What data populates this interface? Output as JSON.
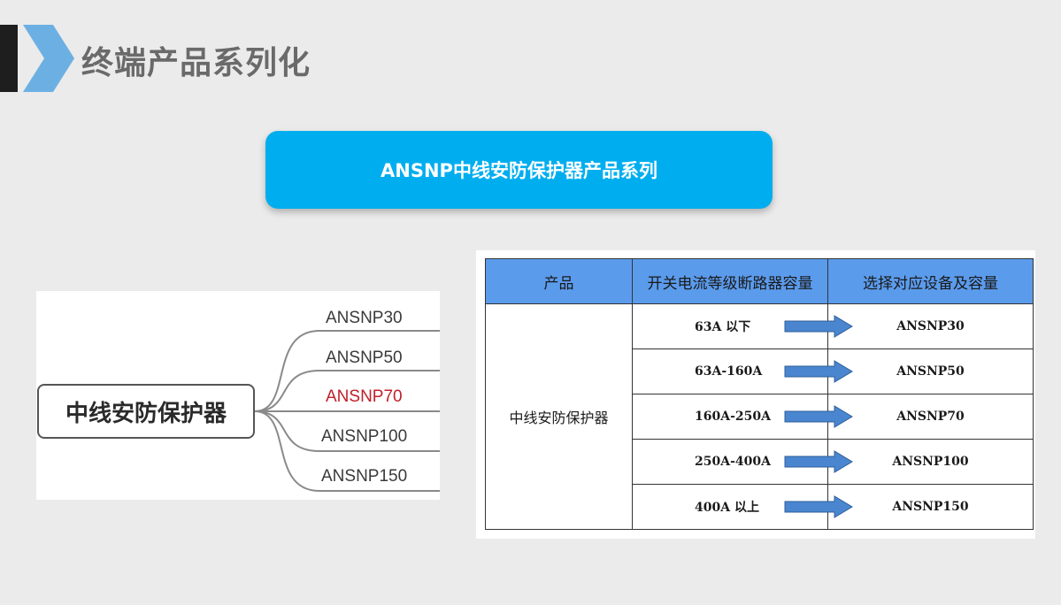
{
  "header": {
    "title": "终端产品系列化"
  },
  "banner": {
    "label": "ANSNP中线安防保护器产品系列"
  },
  "mindmap": {
    "root": "中线安防保护器",
    "branches": [
      {
        "label": "ANSNP30",
        "highlight": false
      },
      {
        "label": "ANSNP50",
        "highlight": false
      },
      {
        "label": "ANSNP70",
        "highlight": true
      },
      {
        "label": "ANSNP100",
        "highlight": false
      },
      {
        "label": "ANSNP150",
        "highlight": false
      }
    ],
    "highlight_color": "#c0202a"
  },
  "table": {
    "headers": [
      "产品",
      "开关电流等级断路器容量",
      "选择对应设备及容量"
    ],
    "product": "中线安防保护器",
    "rows": [
      {
        "rating": "63A 以下",
        "model": "ANSNP30"
      },
      {
        "rating": "63A-160A",
        "model": "ANSNP50"
      },
      {
        "rating": "160A-250A",
        "model": "ANSNP70"
      },
      {
        "rating": "250A-400A",
        "model": "ANSNP100"
      },
      {
        "rating": "400A 以上",
        "model": "ANSNP150"
      }
    ],
    "header_color": "#5b9bec",
    "arrow_color": "#4a86cf"
  },
  "colors": {
    "banner": "#00aeef",
    "background": "#ebebeb",
    "chevron": "#6cb0e3"
  }
}
